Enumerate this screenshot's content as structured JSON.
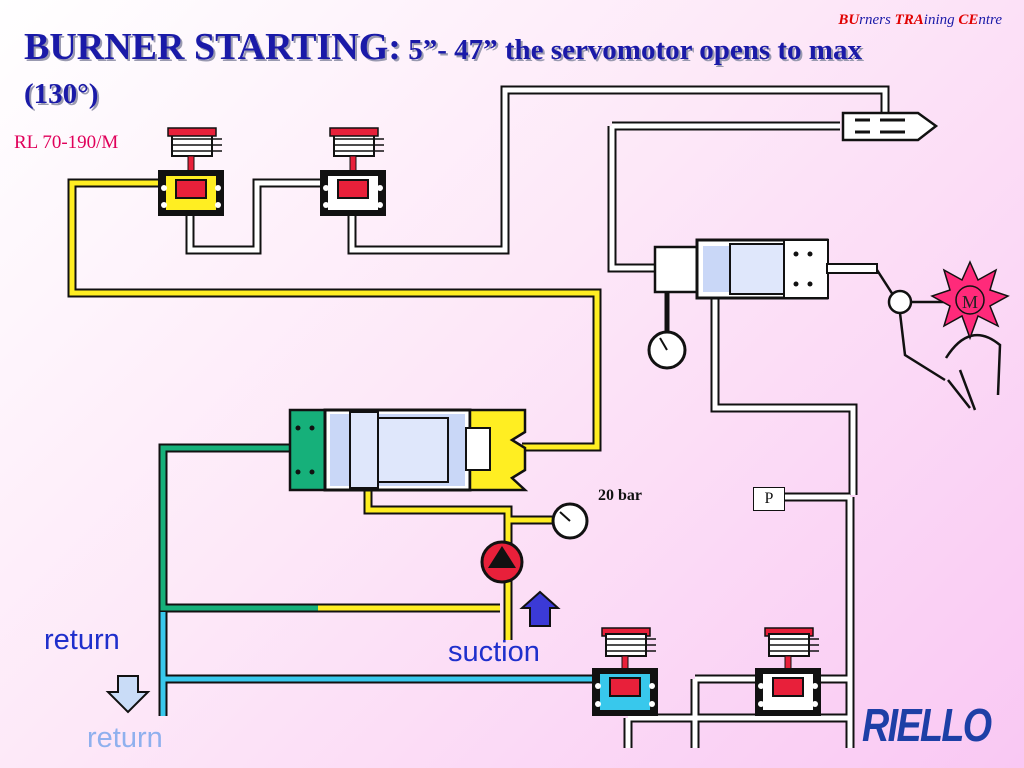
{
  "header": {
    "title_main": "BURNER  STARTING:",
    "title_rest": " 5”- 47” the servomotor opens to max (130°)",
    "brand_parts": [
      "BU",
      "rners ",
      "TRA",
      "ining ",
      "CE",
      "ntre"
    ]
  },
  "labels": {
    "model": "RL 70-190/M",
    "pressure": "20 bar",
    "pressure_switch": "P",
    "return_top": "return",
    "suction": "suction",
    "return_bottom": "return",
    "motor": "M",
    "logo": "RIELLO"
  },
  "colors": {
    "title": "#1a1aa8",
    "fuel_pressure_line": "#ffee22",
    "return_green_line": "#16b07a",
    "return_blue_line": "#38c8ec",
    "valve_red": "#e8203a",
    "motor_star": "#ff2a7a",
    "logo": "#1d3fa6"
  }
}
